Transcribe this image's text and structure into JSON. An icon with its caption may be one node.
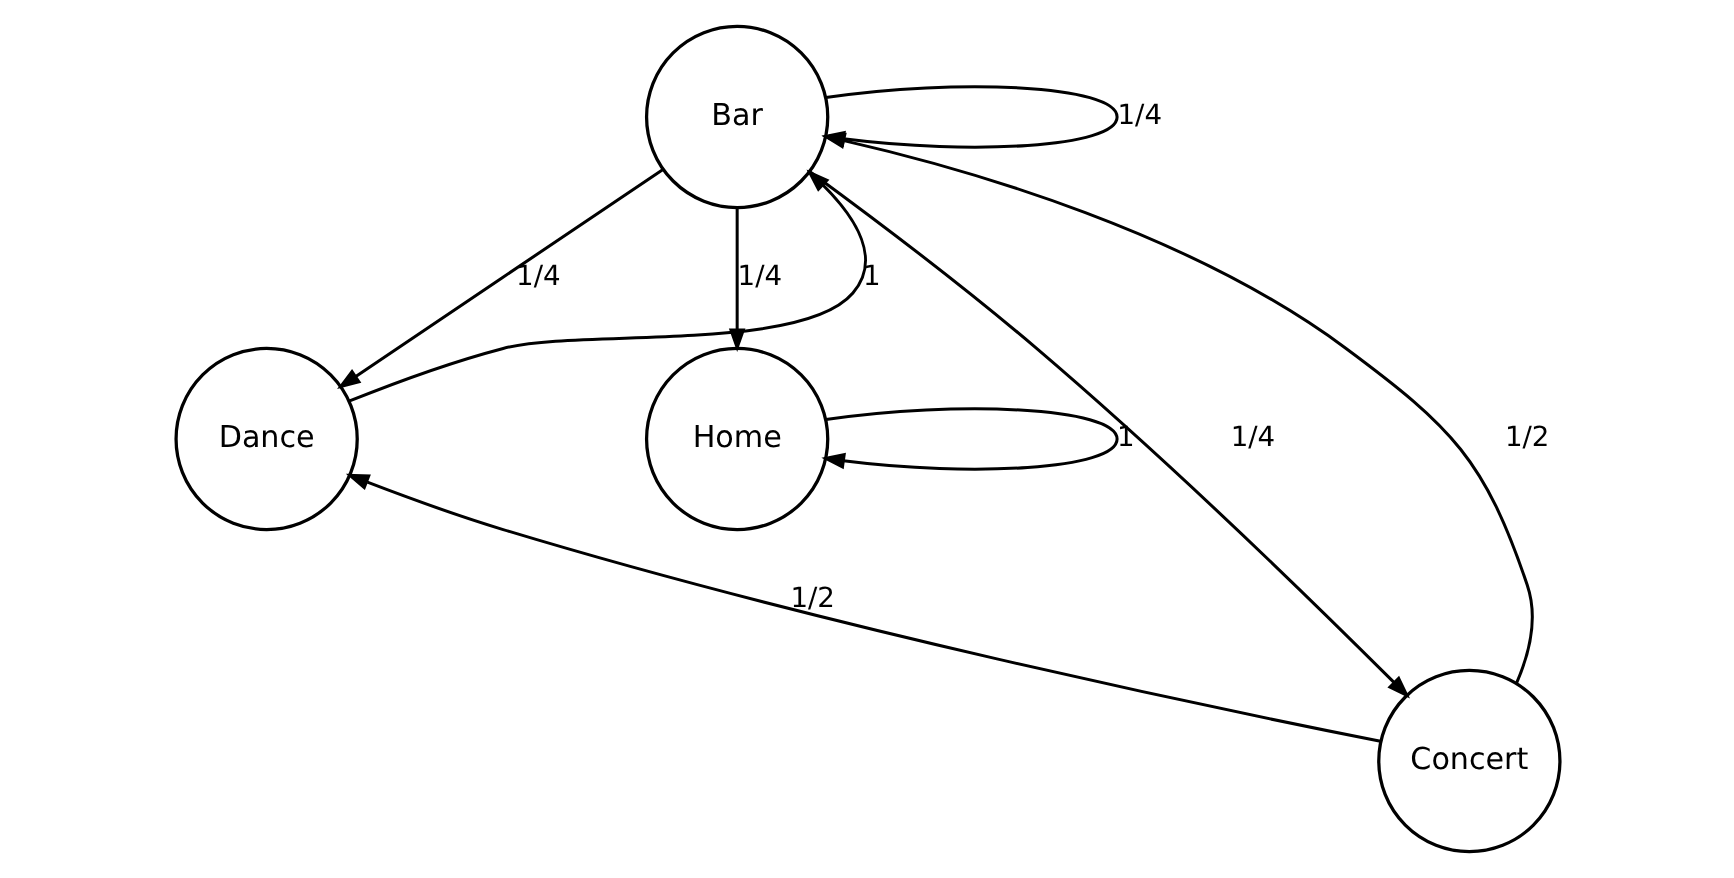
{
  "diagram": {
    "nodes": [
      {
        "text": [
          "Bar"
        ]
      },
      {
        "text": [
          "Dance"
        ]
      },
      {
        "text": [
          "Home"
        ]
      },
      {
        "text": [
          "Concert"
        ]
      }
    ],
    "edges": [
      {
        "from": 0,
        "to": 0,
        "arrow": "to",
        "label": "1/4"
      },
      {
        "from": 0,
        "to": 1,
        "arrow": "to",
        "label": "1/4"
      },
      {
        "from": 0,
        "to": 2,
        "arrow": "to",
        "label": "1/4"
      },
      {
        "from": 1,
        "to": 0,
        "arrow": "to",
        "label": "1"
      },
      {
        "from": 0,
        "to": 3,
        "arrow": "to",
        "label": "1/4"
      },
      {
        "from": 3,
        "to": 0,
        "arrow": "to",
        "label": "1/2"
      },
      {
        "from": 3,
        "to": 1,
        "arrow": "to",
        "label": "1/2"
      },
      {
        "from": 2,
        "to": 2,
        "arrow": "to",
        "label": "1"
      }
    ]
  }
}
